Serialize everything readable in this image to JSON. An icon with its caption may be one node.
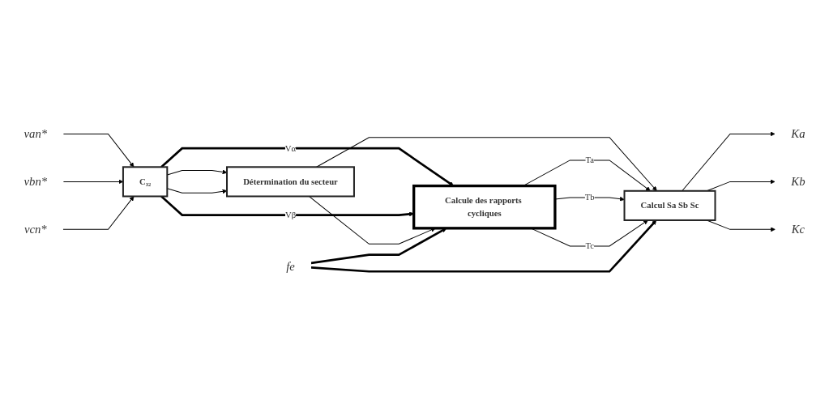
{
  "diagram": {
    "nodes": [
      {
        "text": [
          "van*"
        ]
      },
      {
        "text": [
          "vbn*"
        ]
      },
      {
        "text": [
          "vcn*"
        ]
      },
      {
        "text": [
          "C₃₂"
        ]
      },
      {
        "text": [
          "Détermination du secteur"
        ]
      },
      {
        "text": [
          "Calcule des rapports cycliques"
        ]
      },
      {
        "text": [
          "Calcul Sa Sb Sc"
        ]
      },
      {
        "text": [
          "Ka"
        ]
      },
      {
        "text": [
          "Kb"
        ]
      },
      {
        "text": [
          "Kc"
        ]
      },
      {
        "text": [
          "fe"
        ]
      }
    ],
    "edges": [
      {
        "from": 0,
        "to": 3,
        "arrow": "to"
      },
      {
        "from": 1,
        "to": 3,
        "arrow": "to"
      },
      {
        "from": 2,
        "to": 3,
        "arrow": "to"
      },
      {
        "from": 3,
        "to": 5,
        "arrow": "to",
        "label": "Vα",
        "style": "thick"
      },
      {
        "from": 3,
        "to": 5,
        "arrow": "to",
        "label": "Vβ",
        "style": "thick"
      },
      {
        "from": 3,
        "to": 4,
        "arrow": "to"
      },
      {
        "from": 3,
        "to": 4,
        "arrow": "to"
      },
      {
        "from": 4,
        "to": 6,
        "arrow": "to"
      },
      {
        "from": 4,
        "to": 5,
        "arrow": "to"
      },
      {
        "from": 5,
        "to": 6,
        "arrow": "to",
        "label": "Ta"
      },
      {
        "from": 5,
        "to": 6,
        "arrow": "to",
        "label": "Tb"
      },
      {
        "from": 5,
        "to": 6,
        "arrow": "to",
        "label": "Tc"
      },
      {
        "from": 6,
        "to": 7,
        "arrow": "to"
      },
      {
        "from": 6,
        "to": 8,
        "arrow": "to"
      },
      {
        "from": 6,
        "to": 9,
        "arrow": "to"
      },
      {
        "from": 10,
        "to": 5,
        "arrow": "to",
        "style": "thick"
      },
      {
        "from": 10,
        "to": 6,
        "arrow": "to",
        "style": "thick"
      }
    ]
  }
}
